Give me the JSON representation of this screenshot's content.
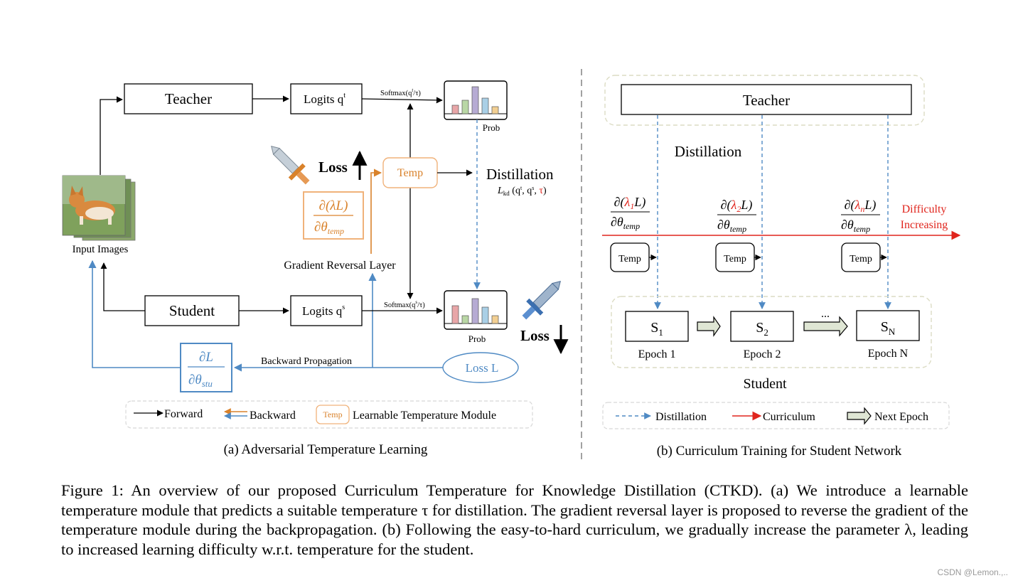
{
  "panel_a": {
    "teacher": "Teacher",
    "student": "Student",
    "logits_t_base": "Logits q",
    "logits_t_sup": "t",
    "logits_s_base": "Logits q",
    "logits_s_sup": "s",
    "softmax_t": "Softmax(q",
    "softmax_t_sup": "t",
    "softmax_tail": "/τ)",
    "softmax_s": "Softmax(q",
    "softmax_s_sup": "s",
    "prob_top": "Prob",
    "prob_bottom": "Prob",
    "input_images": "Input Images",
    "loss_up": "Loss",
    "loss_down": "Loss",
    "temp": "Temp",
    "distillation": "Distillation",
    "lkd_L": "L",
    "lkd_sub": "kd",
    "lkd_args": " (q",
    "lkd_t": "t",
    "lkd_comma1": ", q",
    "lkd_s": "s",
    "lkd_comma2": ", ",
    "lkd_tau": "τ",
    "lkd_close": ")",
    "grad_temp_num": "∂(λL)",
    "grad_temp_den": "∂θ",
    "grad_temp_sub": "temp",
    "grl": "Gradient Reversal Layer",
    "grad_stu_num": "∂L",
    "grad_stu_den": "∂θ",
    "grad_stu_sub": "stu",
    "backward_prop": "Backward Propagation",
    "loss_L": "Loss L",
    "legend_forward": "Forward",
    "legend_backward": "Backward",
    "legend_temp": "Temp",
    "legend_module": "Learnable Temperature Module",
    "subcaption": "(a) Adversarial Temperature Learning"
  },
  "panel_b": {
    "teacher": "Teacher",
    "distillation": "Distillation",
    "difficulty_1": "Difficulty",
    "difficulty_2": "Increasing",
    "grads": [
      {
        "num_pre": "∂(",
        "lam": "λ",
        "idx": "1",
        "num_post": "L)",
        "den": "∂θ",
        "sub": "temp"
      },
      {
        "num_pre": "∂(",
        "lam": "λ",
        "idx": "2",
        "num_post": "L)",
        "den": "∂θ",
        "sub": "temp"
      },
      {
        "num_pre": "∂(",
        "lam": "λ",
        "idx": "n",
        "num_post": "L)",
        "den": "∂θ",
        "sub": "temp"
      }
    ],
    "temp_labels": [
      "Temp",
      "Temp",
      "Temp"
    ],
    "students": [
      {
        "base": "S",
        "sub": "1",
        "epoch": "Epoch 1"
      },
      {
        "base": "S",
        "sub": "2",
        "epoch": "Epoch 2"
      },
      {
        "base": "S",
        "sub": "N",
        "epoch": "Epoch N"
      }
    ],
    "ellipsis": "...",
    "student_label": "Student",
    "legend_distillation": "Distillation",
    "legend_curriculum": "Curriculum",
    "legend_next_epoch": "Next Epoch",
    "subcaption": "(b) Curriculum Training for Student Network"
  },
  "caption": "Figure 1: An overview of our proposed Curriculum Temperature for Knowledge Distillation (CTKD). (a) We introduce a learnable temperature module that predicts a suitable temperature τ for distillation. The gradient reversal layer is proposed to reverse the gradient of the temperature module during the backpropagation. (b) Following the easy-to-hard curriculum, we gradually increase the parameter λ, leading to increased learning difficulty w.r.t. temperature for the student.",
  "watermark": "CSDN @Lemon.,..",
  "colors": {
    "blue": "#4f8ac4",
    "orange": "#d9822b",
    "red": "#e0251d",
    "histogram": [
      "#e8a6a8",
      "#b9d7a5",
      "#b6abd3",
      "#a9cfe6",
      "#f2cf92"
    ]
  }
}
